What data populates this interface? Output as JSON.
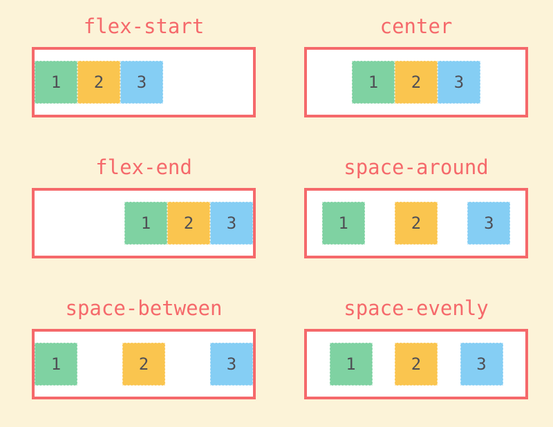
{
  "theme": {
    "background": "#FCF3D8",
    "accent": "#F5696B",
    "container_background": "#FFFFFF",
    "box_text_color": "#4F4F55"
  },
  "panels": [
    {
      "title": "flex-start",
      "justify": "flex-start",
      "boxes": [
        {
          "label": "1",
          "color": "#7FD2A2"
        },
        {
          "label": "2",
          "color": "#FAC54F"
        },
        {
          "label": "3",
          "color": "#85CEF4"
        }
      ]
    },
    {
      "title": "center",
      "justify": "center",
      "boxes": [
        {
          "label": "1",
          "color": "#7FD2A2"
        },
        {
          "label": "2",
          "color": "#FAC54F"
        },
        {
          "label": "3",
          "color": "#85CEF4"
        }
      ]
    },
    {
      "title": "flex-end",
      "justify": "flex-end",
      "boxes": [
        {
          "label": "1",
          "color": "#7FD2A2"
        },
        {
          "label": "2",
          "color": "#FAC54F"
        },
        {
          "label": "3",
          "color": "#85CEF4"
        }
      ]
    },
    {
      "title": "space-around",
      "justify": "space-around",
      "boxes": [
        {
          "label": "1",
          "color": "#7FD2A2"
        },
        {
          "label": "2",
          "color": "#FAC54F"
        },
        {
          "label": "3",
          "color": "#85CEF4"
        }
      ]
    },
    {
      "title": "space-between",
      "justify": "space-between",
      "boxes": [
        {
          "label": "1",
          "color": "#7FD2A2"
        },
        {
          "label": "2",
          "color": "#FAC54F"
        },
        {
          "label": "3",
          "color": "#85CEF4"
        }
      ]
    },
    {
      "title": "space-evenly",
      "justify": "space-evenly",
      "boxes": [
        {
          "label": "1",
          "color": "#7FD2A2"
        },
        {
          "label": "2",
          "color": "#FAC54F"
        },
        {
          "label": "3",
          "color": "#85CEF4"
        }
      ]
    }
  ]
}
